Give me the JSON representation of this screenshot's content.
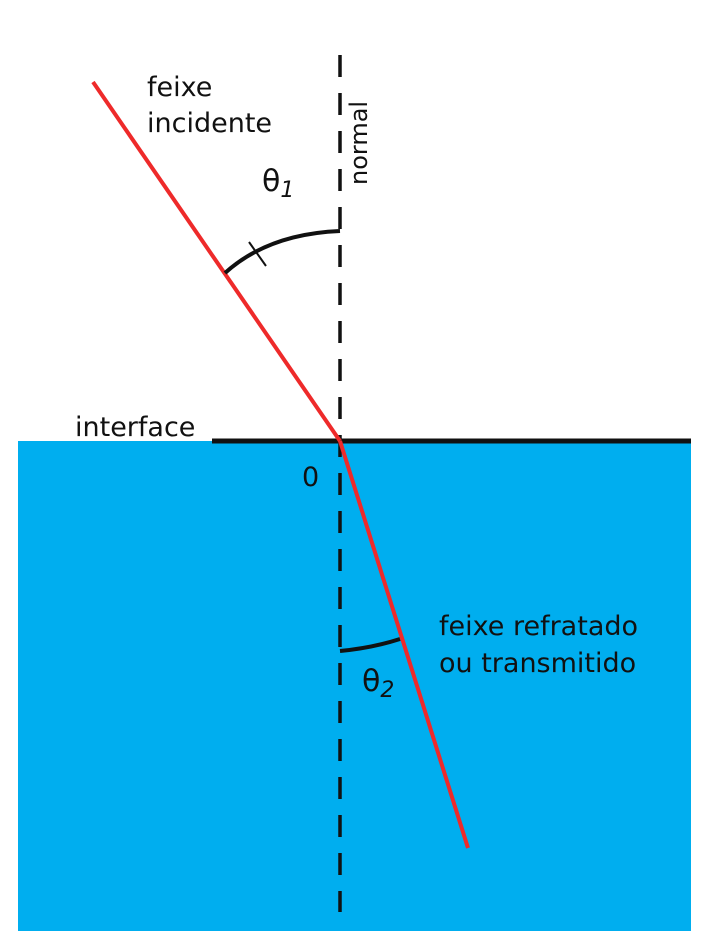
{
  "labels": {
    "incident_line1": "feixe",
    "incident_line2": "incidente",
    "normal": "normal",
    "theta1_symbol": "θ",
    "theta1_sub": "1",
    "interface": "interface",
    "origin": "0",
    "refracted_line1": "feixe refratado",
    "refracted_line2": "ou transmitido",
    "theta2_symbol": "θ",
    "theta2_sub": "2"
  },
  "colors": {
    "medium": "#00aeef",
    "ray": "#ee2a2a",
    "line": "#111111"
  }
}
